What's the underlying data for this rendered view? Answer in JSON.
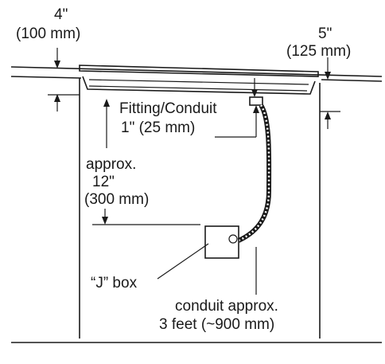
{
  "labels": {
    "dim_4in": "4\"",
    "dim_100mm": "(100 mm)",
    "dim_5in": "5\"",
    "dim_125mm": "(125 mm)",
    "fitting_conduit": "Fitting/Conduit",
    "dim_1in_25mm": "1\" (25 mm)",
    "approx": "approx.",
    "dim_12in": "12\"",
    "dim_300mm": "(300 mm)",
    "j_box": "“J” box",
    "conduit_approx": "conduit approx.",
    "dim_3feet": "3 feet (~900 mm)"
  },
  "colors": {
    "ink": "#1a1a1a",
    "background": "#ffffff"
  }
}
